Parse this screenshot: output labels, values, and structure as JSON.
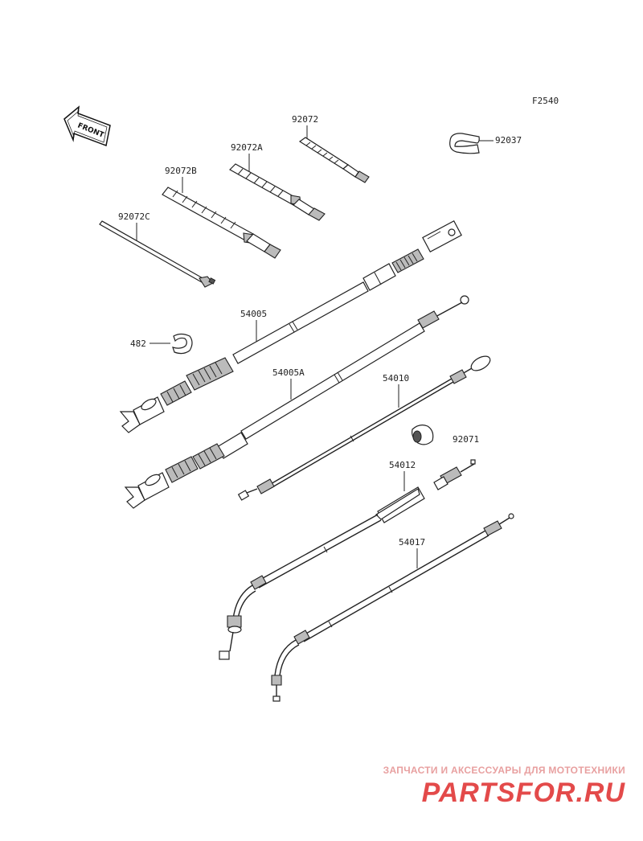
{
  "figure_code": "F2540",
  "front_label": "FRONT",
  "parts": [
    {
      "id": "92072"
    },
    {
      "id": "92072A"
    },
    {
      "id": "92072B"
    },
    {
      "id": "92072C"
    },
    {
      "id": "92037"
    },
    {
      "id": "54005"
    },
    {
      "id": "482"
    },
    {
      "id": "54005A"
    },
    {
      "id": "54010"
    },
    {
      "id": "92071"
    },
    {
      "id": "54012"
    },
    {
      "id": "54017"
    }
  ],
  "watermark": {
    "line1": "ЗАПЧАСТИ И АКСЕССУАРЫ ДЛЯ МОТОТЕХНИКИ",
    "logo": "PARTSFOR.RU"
  }
}
